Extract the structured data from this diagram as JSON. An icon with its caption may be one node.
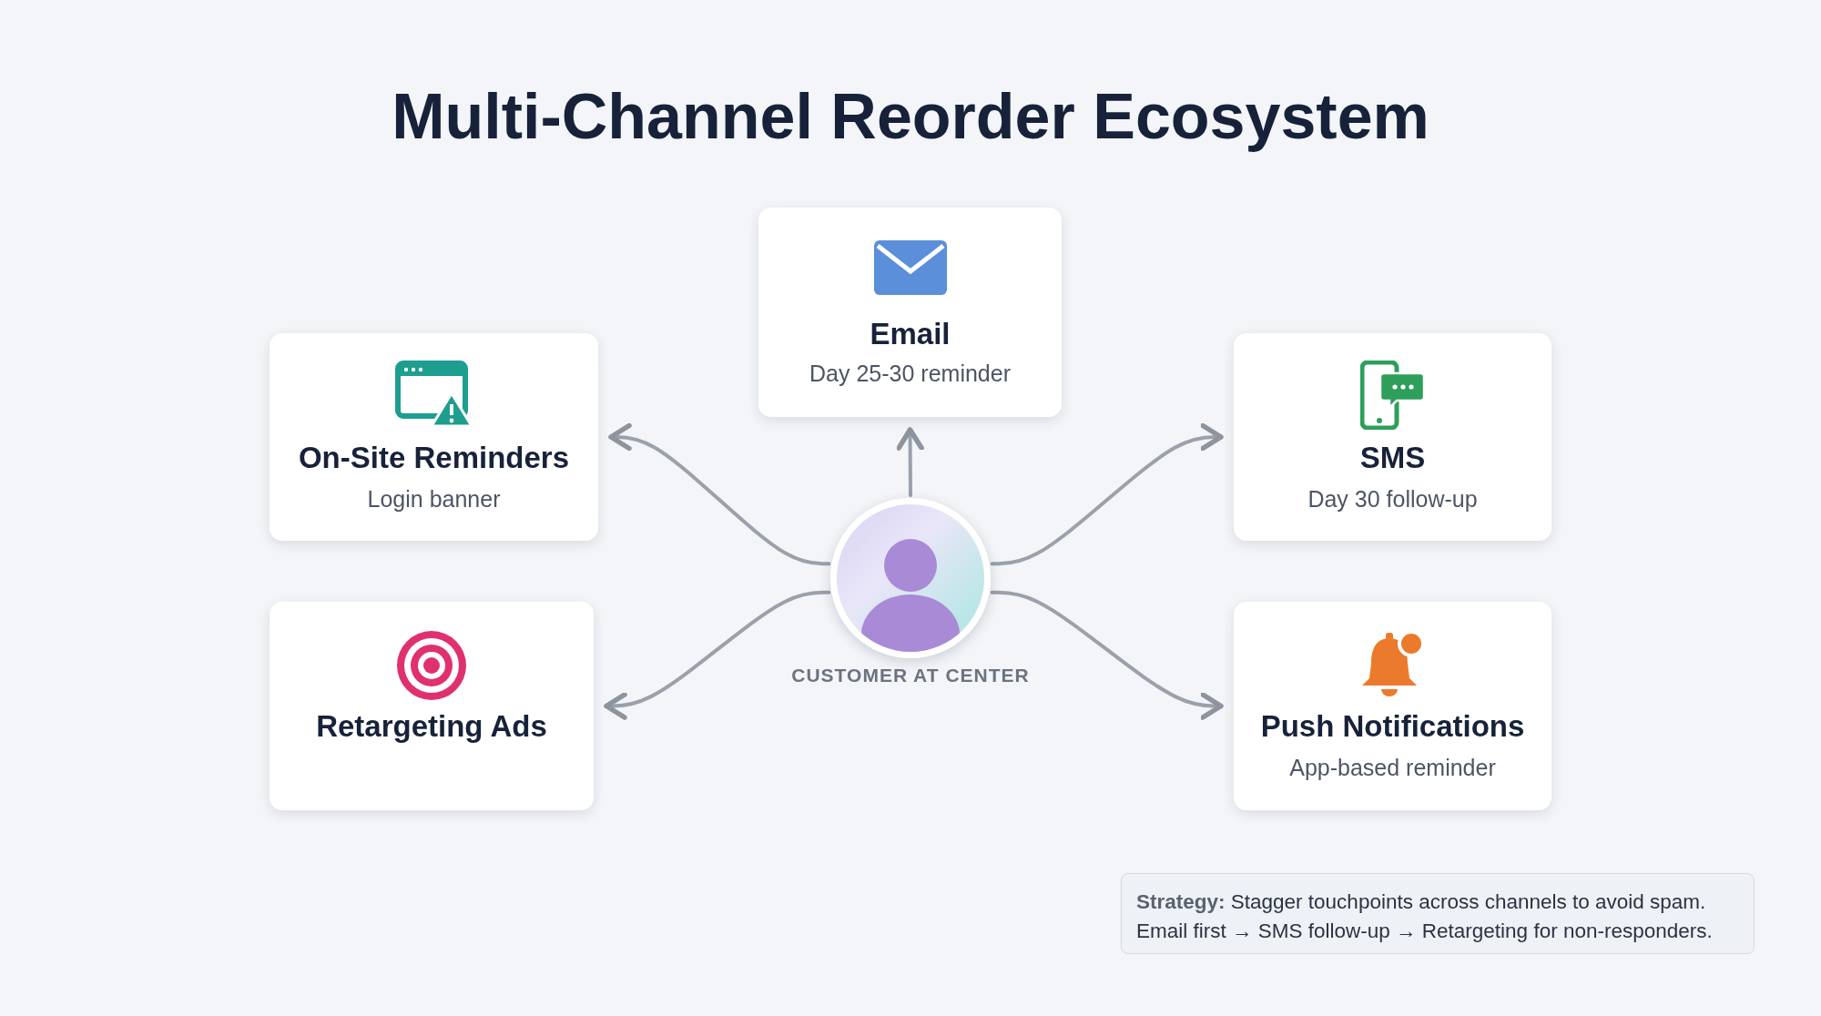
{
  "diagram": {
    "title": "Multi-Channel Reorder Ecosystem",
    "nodes": [
      {
        "text": [
          "Email",
          "Day 25-30 reminder"
        ]
      },
      {
        "text": [
          "On-Site Reminders",
          "Login banner"
        ]
      },
      {
        "text": [
          "SMS",
          "Day 30 follow-up"
        ]
      },
      {
        "text": [],
        "shape": "person",
        "beside": [
          "CUSTOMER AT CENTER"
        ]
      },
      {
        "text": [
          "Retargeting Ads"
        ]
      },
      {
        "text": [
          "Push Notifications",
          "App-based reminder"
        ]
      }
    ],
    "edges": [
      {
        "from": 3,
        "to": 0,
        "arrow": "to"
      },
      {
        "from": 3,
        "to": 1,
        "arrow": "to"
      },
      {
        "from": 3,
        "to": 2,
        "arrow": "to"
      },
      {
        "from": 3,
        "to": 4,
        "arrow": "to"
      },
      {
        "from": 3,
        "to": 5,
        "arrow": "to"
      }
    ],
    "labels": [
      "**Strategy:** Stagger touchpoints across channels to avoid spam. Email first → SMS follow-up → Retargeting for non-responders."
    ]
  }
}
